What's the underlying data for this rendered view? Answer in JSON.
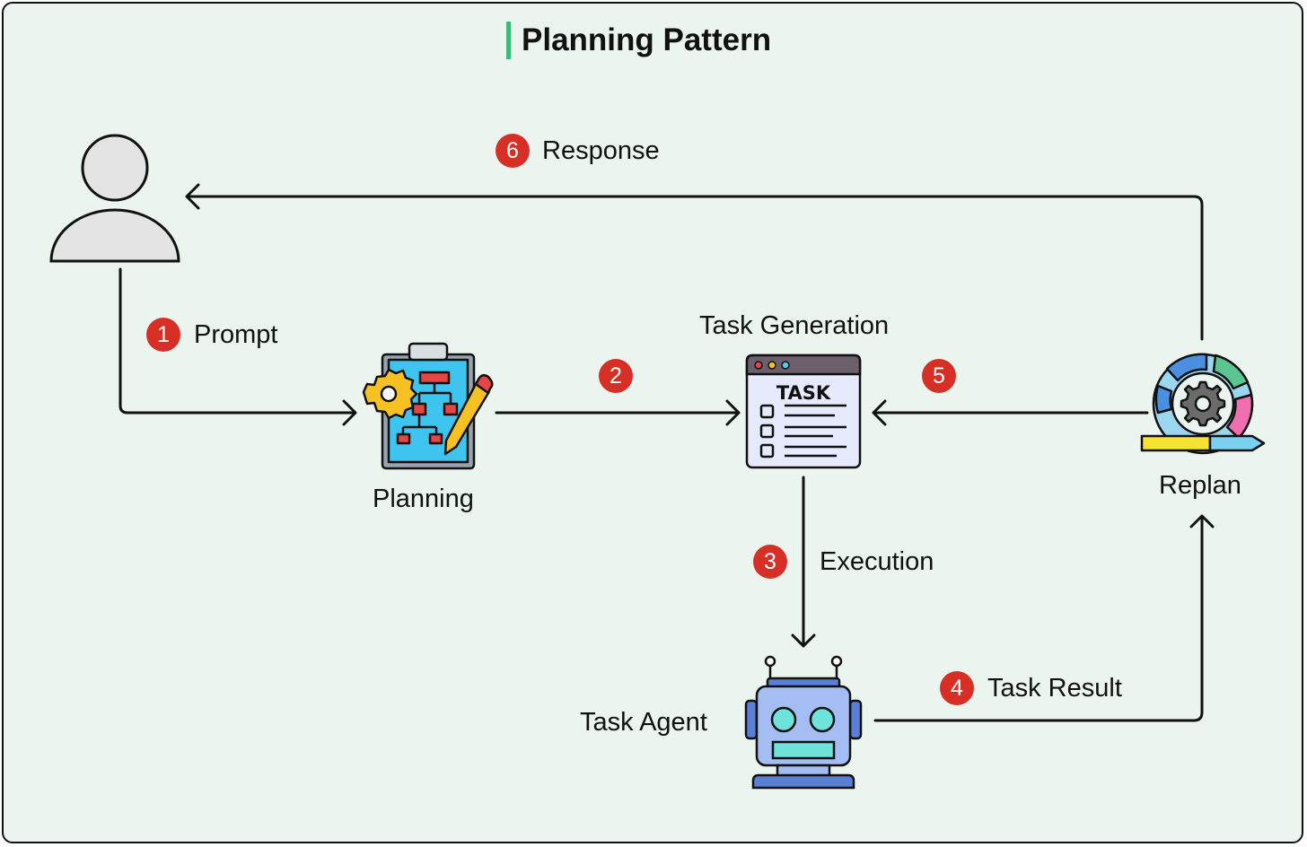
{
  "diagram": {
    "title": "Planning Pattern",
    "nodes": {
      "user": {
        "icon": "user-icon"
      },
      "planning": {
        "label": "Planning",
        "icon": "clipboard-plan-icon"
      },
      "task_generation": {
        "label": "Task Generation",
        "icon": "task-window-icon",
        "icon_text": "TASK"
      },
      "task_agent": {
        "label": "Task Agent",
        "icon": "robot-icon"
      },
      "replan": {
        "label": "Replan",
        "icon": "replan-cycle-gear-icon"
      }
    },
    "edges": [
      {
        "step": "1",
        "label": "Prompt",
        "from": "user",
        "to": "planning"
      },
      {
        "step": "2",
        "label": "",
        "from": "planning",
        "to": "task_generation"
      },
      {
        "step": "3",
        "label": "Execution",
        "from": "task_generation",
        "to": "task_agent"
      },
      {
        "step": "4",
        "label": "Task Result",
        "from": "task_agent",
        "to": "replan"
      },
      {
        "step": "5",
        "label": "",
        "from": "replan",
        "to": "task_generation"
      },
      {
        "step": "6",
        "label": "Response",
        "from": "replan",
        "to": "user"
      }
    ],
    "colors": {
      "background": "#ebf4ef",
      "title_accent": "#3dba78",
      "badge": "#d63026",
      "arrow": "#111111"
    }
  }
}
